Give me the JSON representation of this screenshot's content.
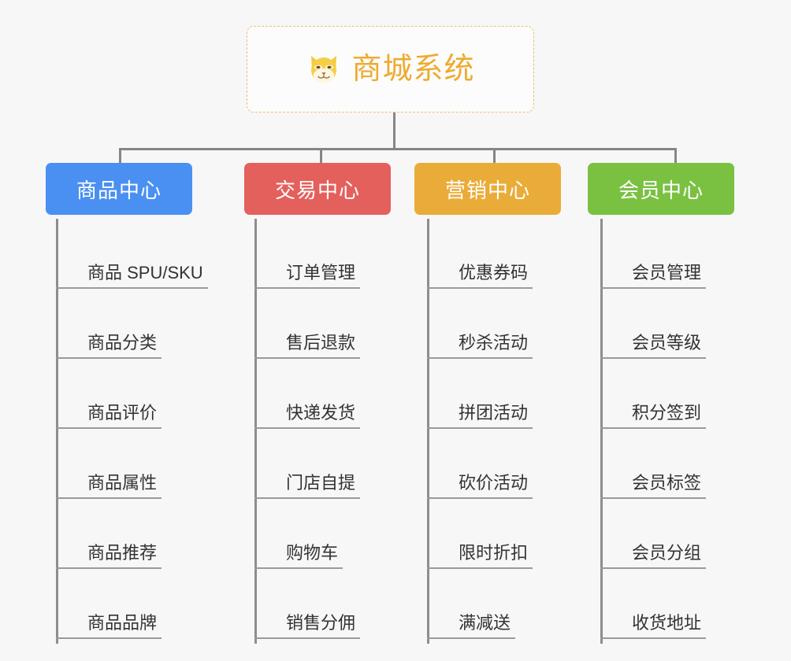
{
  "diagram": {
    "type": "tree-mindmap",
    "background_color": "#f7f7f7",
    "connector_color": "#868686",
    "root": {
      "title": "商城系统",
      "icon": "shiba-dog-face-emoji",
      "text_color": "#eeab30",
      "border_color": "#f0bf6a",
      "background_color": "#fcfcfc"
    },
    "branches": [
      {
        "label": "商品中心",
        "color": "#4a90f2",
        "items": [
          "商品 SPU/SKU",
          "商品分类",
          "商品评价",
          "商品属性",
          "商品推荐",
          "商品品牌"
        ]
      },
      {
        "label": "交易中心",
        "color": "#e4605c",
        "items": [
          "订单管理",
          "售后退款",
          "快递发货",
          "门店自提",
          "购物车",
          "销售分佣"
        ]
      },
      {
        "label": "营销中心",
        "color": "#eaac38",
        "items": [
          "优惠券码",
          "秒杀活动",
          "拼团活动",
          "砍价活动",
          "限时折扣",
          "满减送"
        ]
      },
      {
        "label": "会员中心",
        "color": "#7ac142",
        "items": [
          "会员管理",
          "会员等级",
          "积分签到",
          "会员标签",
          "会员分组",
          "收货地址"
        ]
      }
    ]
  }
}
